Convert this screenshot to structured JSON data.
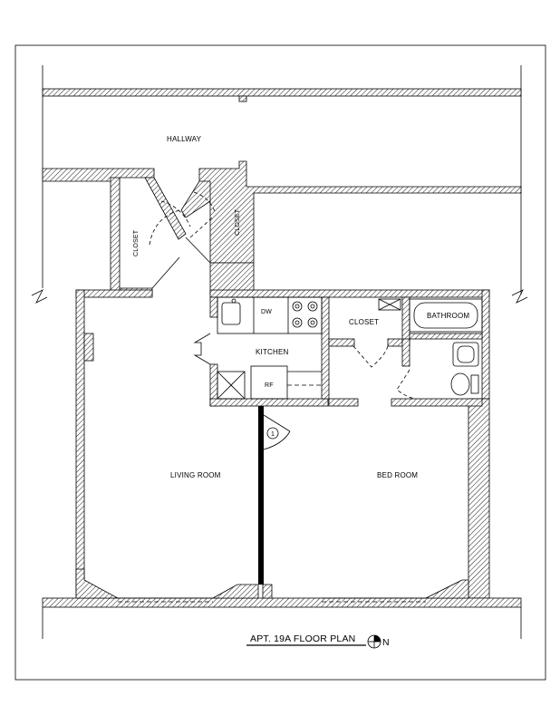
{
  "plan_title": "APT. 19A FLOOR PLAN",
  "north_label": "N",
  "rooms": {
    "hallway": "HALLWAY",
    "closet_left": "CLOSET",
    "closet_right": "CLOSET",
    "closet_bedroom": "CLOSET",
    "kitchen": "KITCHEN",
    "bathroom": "BATHROOM",
    "living_room": "LIVING ROOM",
    "bedroom": "BED ROOM"
  },
  "fixtures": {
    "dishwasher": "DW",
    "refrigerator": "RF",
    "entry_marker": "1"
  },
  "colors": {
    "line": "#000000",
    "hatch": "#000000",
    "background": "#ffffff"
  }
}
